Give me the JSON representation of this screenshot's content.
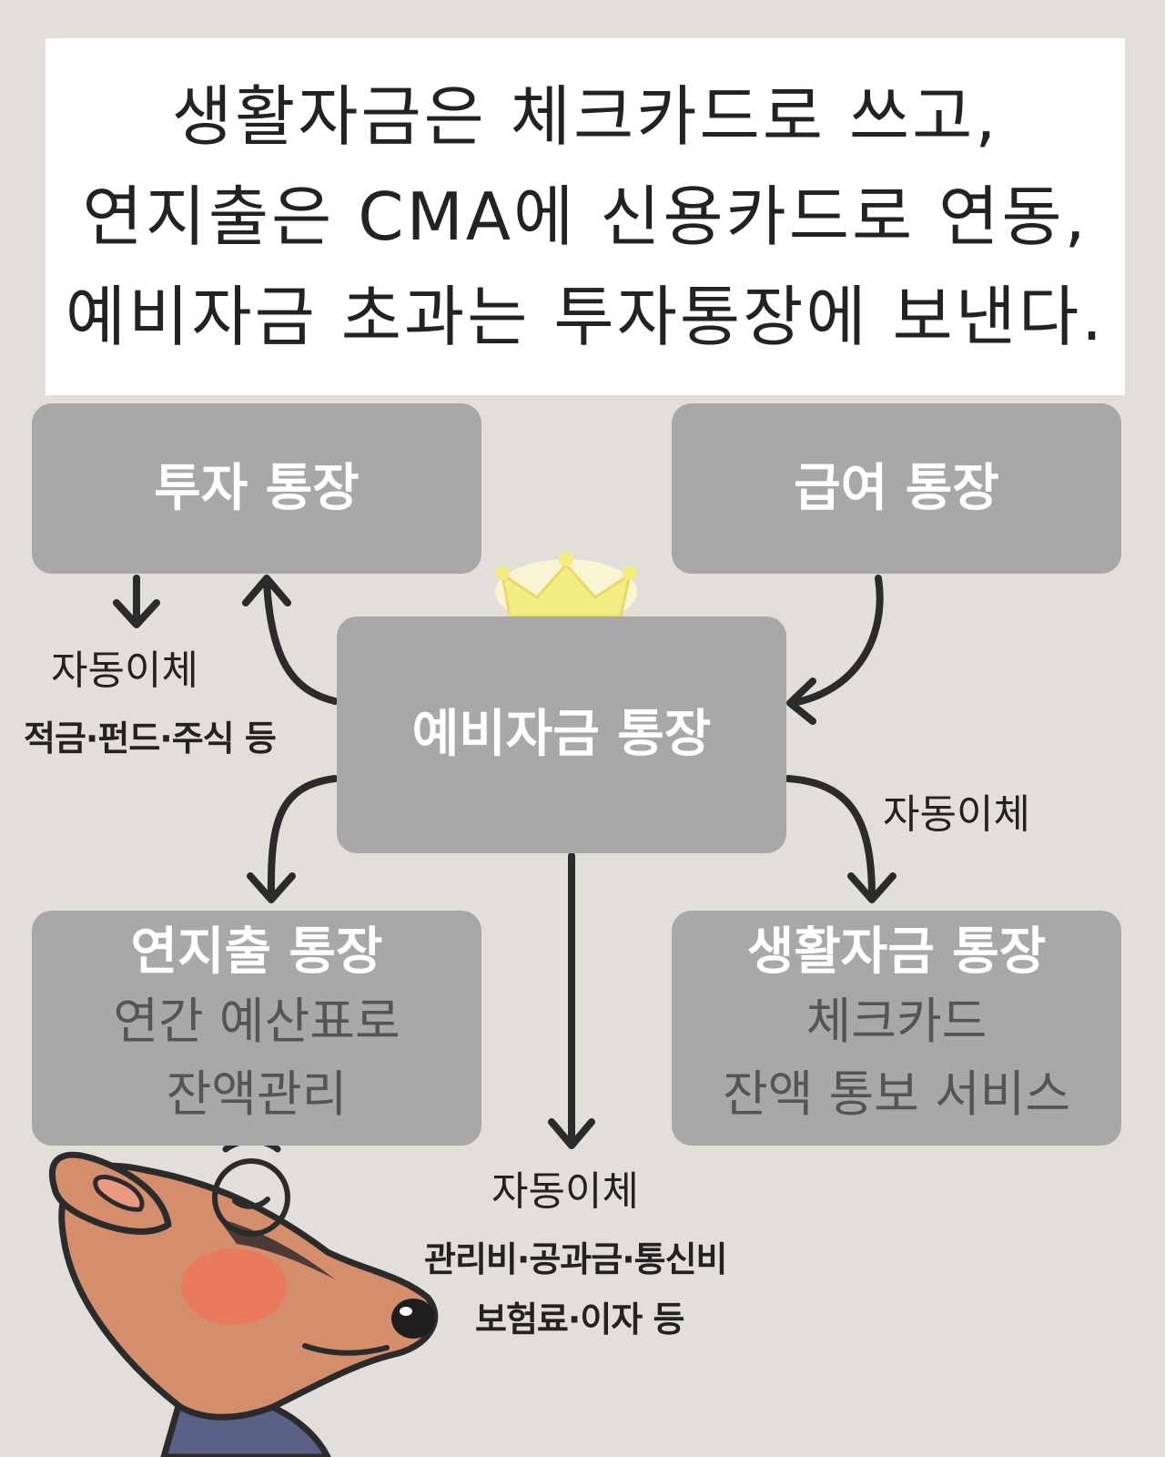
{
  "headline": {
    "lines": [
      "생활자금은 체크카드로 쓰고,",
      "연지출은 CMA에 신용카드로 연동,",
      "예비자금 초과는 투자통장에 보낸다."
    ]
  },
  "accounts": {
    "investment": {
      "title": "투자 통장"
    },
    "salary": {
      "title": "급여 통장"
    },
    "reserve": {
      "title": "예비자금 통장"
    },
    "annual": {
      "title": "연지출 통장",
      "sub1": "연간 예산표로",
      "sub2": "잔액관리"
    },
    "living": {
      "title": "생활자금 통장",
      "sub1": "체크카드",
      "sub2": "잔액 통보 서비스"
    }
  },
  "labels": {
    "invest_auto": "자동이체",
    "invest_items": "적금·펀드·주식 등",
    "living_auto": "자동이체",
    "bottom_auto": "자동이체",
    "bottom_items1": "관리비·공과금·통신비",
    "bottom_items2": "보험료·이자 등"
  },
  "colors": {
    "background": "#e2deda",
    "box": "#a9a8a8",
    "crown": "#f3ec83",
    "character_face": "#d48e6c",
    "cheek": "#ea7a5e"
  },
  "icons": {
    "crown": "crown-icon",
    "character": "bear-character"
  }
}
